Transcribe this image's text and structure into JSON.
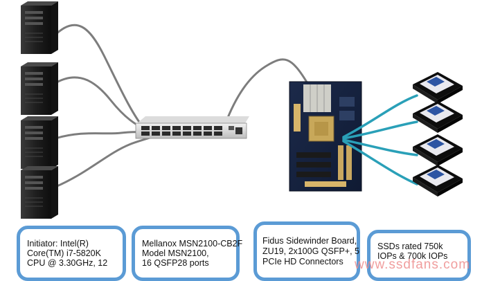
{
  "captions": {
    "initiator": [
      "Initiator: Intel(R)",
      "Core(TM) i7-5820K",
      "CPU @ 3.30GHz, 12"
    ],
    "switch": [
      "Mellanox MSN2100-CB2F",
      "Model MSN2100,",
      "16 QSFP28 ports"
    ],
    "board": [
      "Fidus Sidewinder Board,",
      "ZU19, 2x100G QSFP+, 5",
      "PCIe HD Connectors"
    ],
    "ssd": [
      "SSDs rated 750k",
      "IOPs & 700k IOPs"
    ]
  },
  "watermark": "www.ssdfans.com",
  "colors": {
    "box_border": "#5b9bd5",
    "cable_gray": "#7d7d7d",
    "cable_teal": "#2aa0b8",
    "watermark": "#ee8c8c"
  }
}
